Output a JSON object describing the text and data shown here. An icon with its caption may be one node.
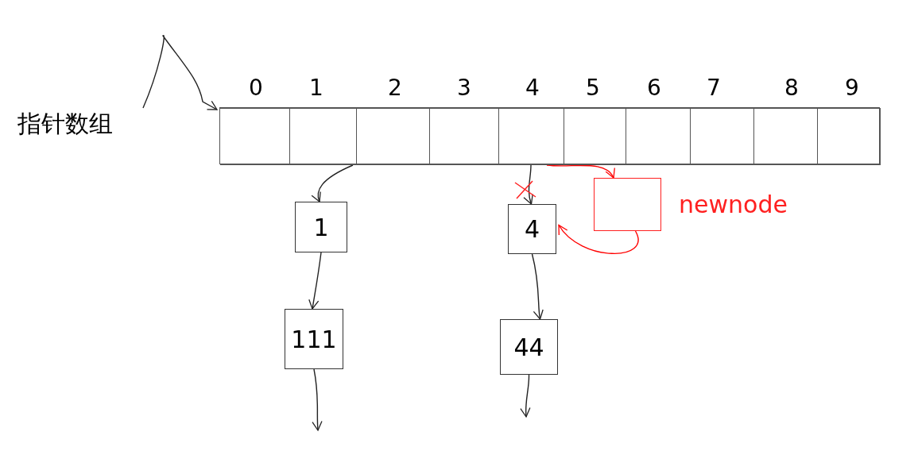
{
  "diagram": {
    "nodes": [
      {
        "text": [
          "指针数组"
        ]
      },
      {
        "text": [],
        "shape": "bar"
      },
      {
        "text": [],
        "shape": "box",
        "in": 1
      },
      {
        "text": [],
        "shape": "box",
        "in": 1
      },
      {
        "text": [],
        "shape": "box",
        "in": 1
      },
      {
        "text": [],
        "shape": "box",
        "in": 1
      },
      {
        "text": [],
        "shape": "box",
        "in": 1
      },
      {
        "text": [],
        "shape": "box",
        "in": 1
      },
      {
        "text": [],
        "shape": "box",
        "in": 1
      },
      {
        "text": [],
        "shape": "box",
        "in": 1
      },
      {
        "text": [],
        "shape": "box",
        "in": 1
      },
      {
        "text": [],
        "shape": "box",
        "in": 1
      },
      {
        "text": [
          "1"
        ]
      },
      {
        "text": [
          "111"
        ]
      },
      {
        "text": [
          "4"
        ]
      },
      {
        "text": [
          "44"
        ]
      },
      {
        "text": [],
        "shape": "box",
        "beside": [
          "newnode"
        ]
      }
    ],
    "edges": [
      {
        "from": 0,
        "to": 1,
        "arrow": "to"
      },
      {
        "from": 3,
        "to": 12,
        "arrow": "to"
      },
      {
        "from": 12,
        "to": 13,
        "arrow": "to"
      },
      {
        "from": 13,
        "to": null,
        "arrow": "to"
      },
      {
        "from": 6,
        "to": 14,
        "arrow": "to"
      },
      {
        "from": 14,
        "to": 15,
        "arrow": "to"
      },
      {
        "from": 15,
        "to": null,
        "arrow": "to"
      },
      {
        "from": 6,
        "to": 16,
        "arrow": "to",
        "color": "#ff0000"
      },
      {
        "from": 16,
        "to": 14,
        "arrow": "to",
        "color": "#ff0000"
      }
    ],
    "labels": [
      "0",
      "1",
      "2",
      "3",
      "4",
      "5",
      "6",
      "7",
      "8",
      "9"
    ]
  }
}
